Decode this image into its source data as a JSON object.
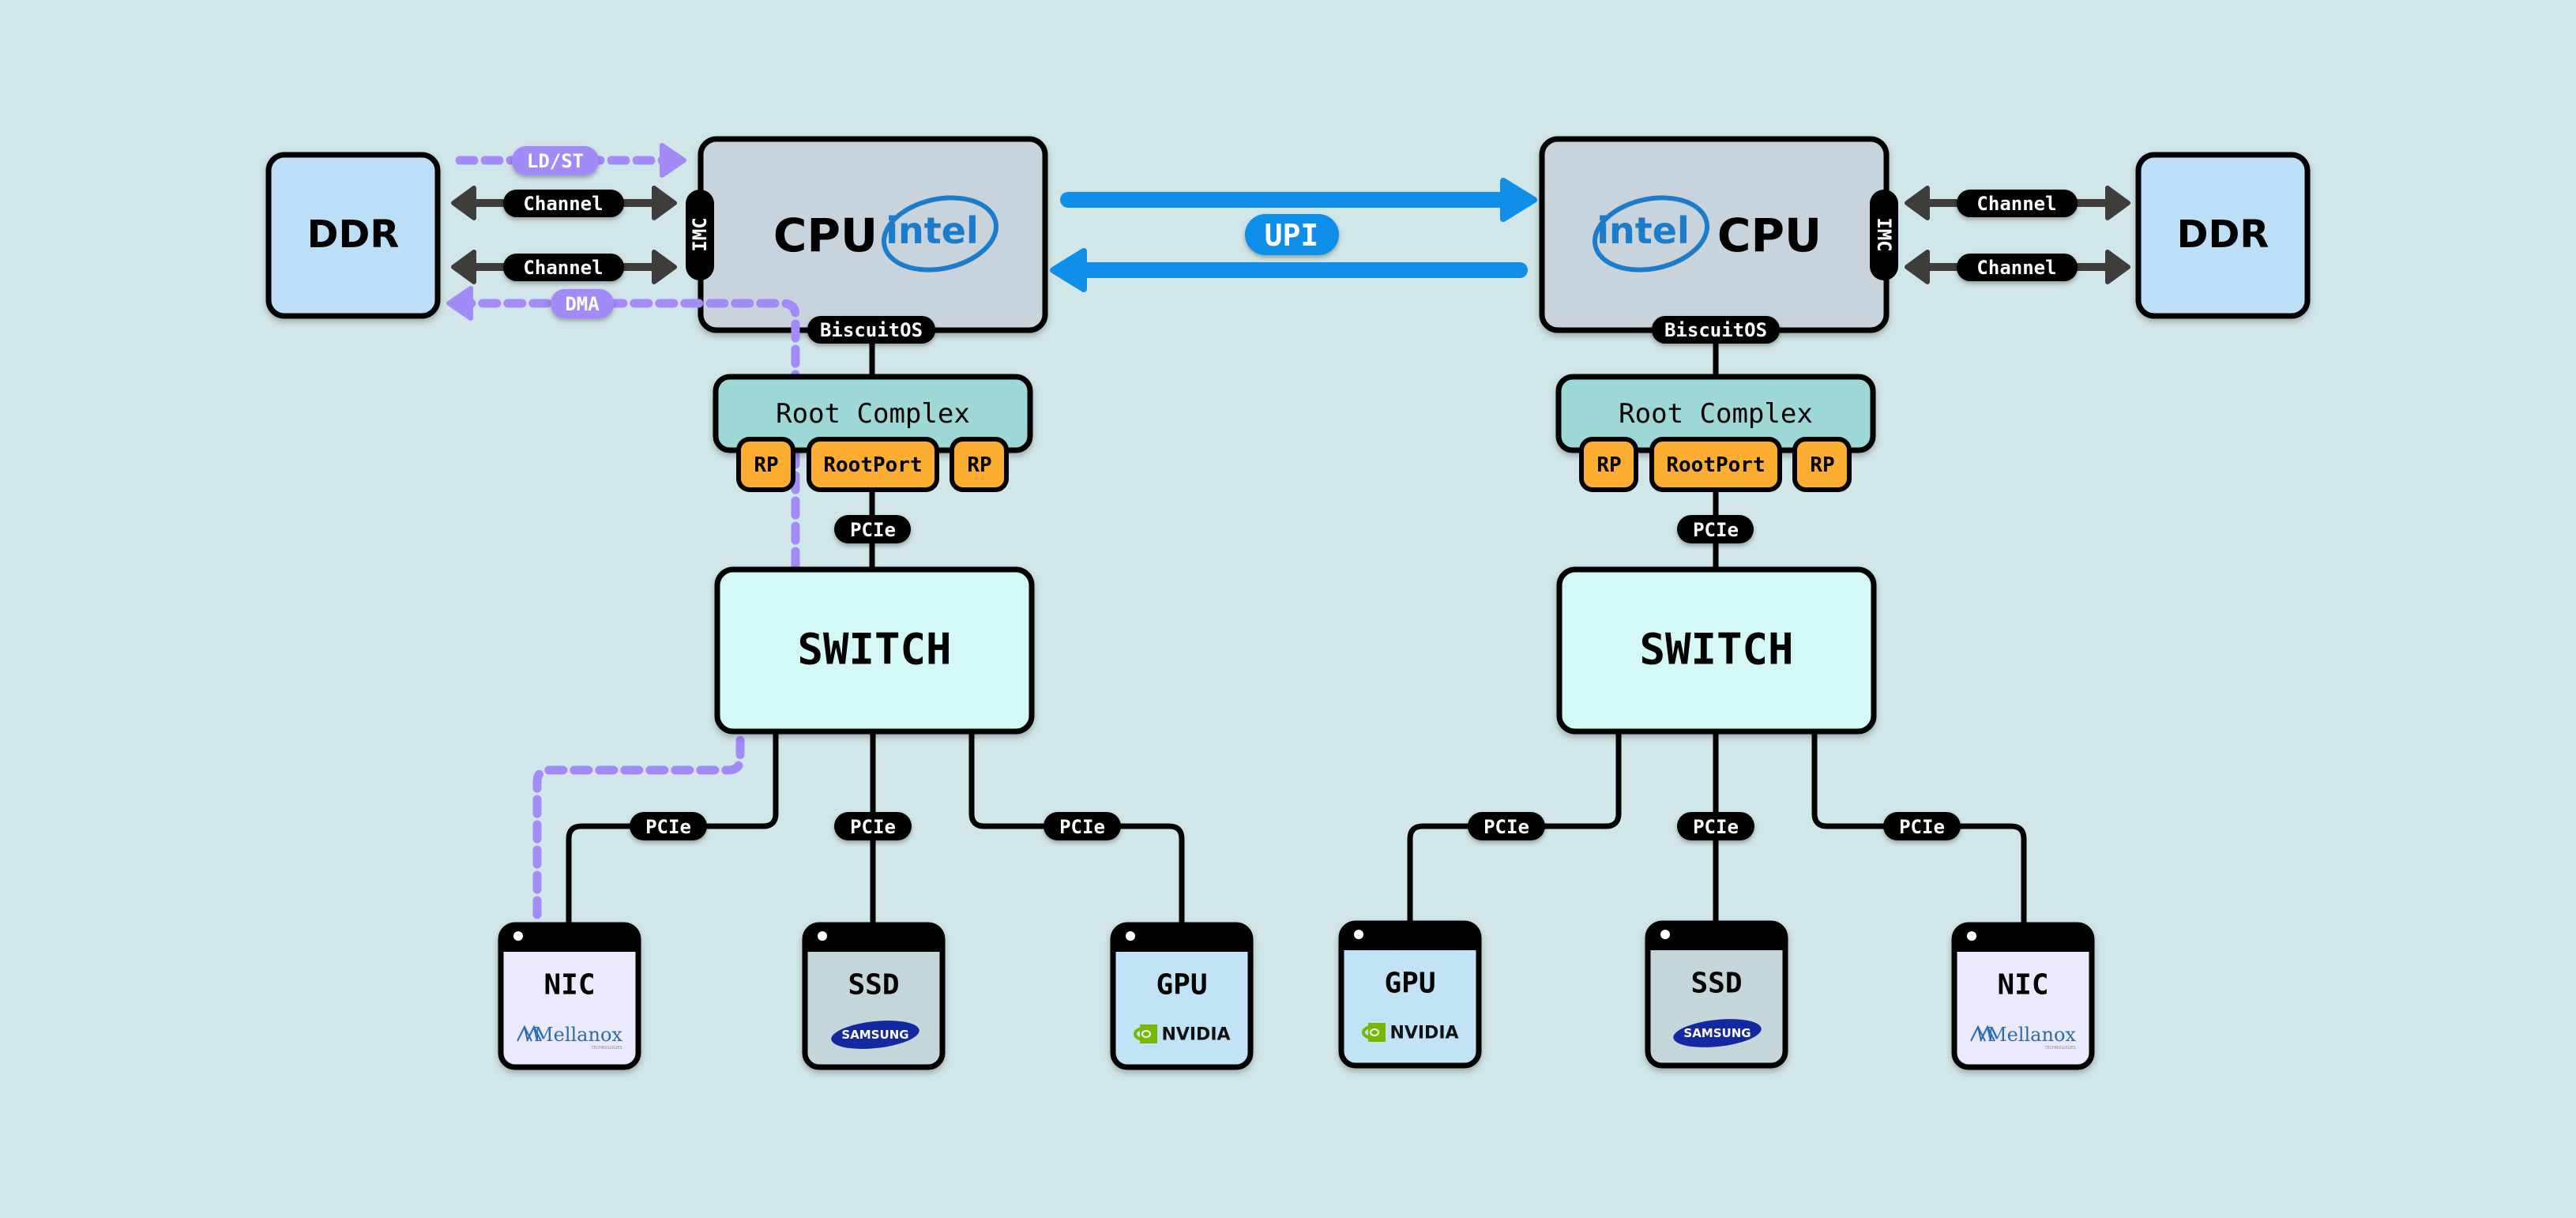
{
  "colors": {
    "background": "#d1e6e8",
    "ddr_fill": "#bcdff7",
    "cpu_fill": "#c9d3db",
    "root_complex_fill": "#9dd7d6",
    "root_port_fill": "#fcae32",
    "switch_fill": "#d4f8f6",
    "nic_fill": "#ebe9fc",
    "ssd_fill": "#c4d6da",
    "gpu_fill": "#c1e3f5",
    "upi_blue": "#108fe9",
    "dma_purple": "#a28af9",
    "channel_gray": "#3f3d3b",
    "intel_blue": "#1a7ccb",
    "nvidia_green": "#76b900",
    "samsung_blue": "#1428a0",
    "mellanox_blue": "#2b6cb3"
  },
  "left_host": {
    "ddr": {
      "label": "DDR"
    },
    "channels": [
      {
        "label": "Channel"
      },
      {
        "label": "Channel"
      }
    ],
    "ldst": {
      "label": "LD/ST"
    },
    "dma": {
      "label": "DMA"
    },
    "cpu": {
      "label": "CPU",
      "vendor": "intel",
      "imc_label": "IMC",
      "footer_label": "BiscuitOS"
    },
    "root_complex": {
      "label": "Root Complex",
      "ports": [
        "RP",
        "RootPort",
        "RP"
      ]
    },
    "uplink": {
      "label": "PCIe"
    },
    "switch": {
      "label": "SWITCH"
    },
    "devices": [
      {
        "name": "NIC",
        "vendor": "Mellanox",
        "vendor_sub": "TECHNOLOGIES",
        "link_label": "PCIe"
      },
      {
        "name": "SSD",
        "vendor": "SAMSUNG",
        "link_label": "PCIe"
      },
      {
        "name": "GPU",
        "vendor": "NVIDIA",
        "link_label": "PCIe"
      }
    ]
  },
  "interconnect": {
    "label": "UPI"
  },
  "right_host": {
    "ddr": {
      "label": "DDR"
    },
    "channels": [
      {
        "label": "Channel"
      },
      {
        "label": "Channel"
      }
    ],
    "cpu": {
      "label": "CPU",
      "vendor": "intel",
      "imc_label": "IMC",
      "footer_label": "BiscuitOS"
    },
    "root_complex": {
      "label": "Root Complex",
      "ports": [
        "RP",
        "RootPort",
        "RP"
      ]
    },
    "uplink": {
      "label": "PCIe"
    },
    "switch": {
      "label": "SWITCH"
    },
    "devices": [
      {
        "name": "GPU",
        "vendor": "NVIDIA",
        "link_label": "PCIe"
      },
      {
        "name": "SSD",
        "vendor": "SAMSUNG",
        "link_label": "PCIe"
      },
      {
        "name": "NIC",
        "vendor": "Mellanox",
        "vendor_sub": "TECHNOLOGIES",
        "link_label": "PCIe"
      }
    ]
  }
}
